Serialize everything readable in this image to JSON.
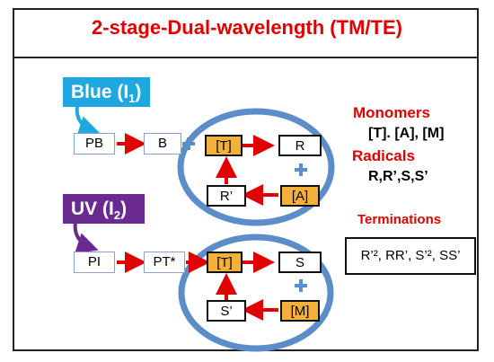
{
  "title": "2-stage-Dual-wavelength (TM/TE)",
  "sources": {
    "blue": {
      "label": "Blue (I",
      "sub": "1",
      "close": ")",
      "color": "#1fa8df"
    },
    "uv": {
      "label": "UV (I",
      "sub": "2",
      "close": ")",
      "color": "#6a2a8f"
    }
  },
  "upper_cycle": {
    "pb": "PB",
    "b": "B",
    "t": "[T]",
    "r": "R",
    "r_prime": "R’",
    "a": "[A]"
  },
  "lower_cycle": {
    "pi": "PI",
    "pt_star": "PT*",
    "t": "[T]",
    "s": "S",
    "s_prime": "S’",
    "m": "[M]"
  },
  "side": {
    "monomers_title": "Monomers",
    "monomers_list": "[T]. [A], [M]",
    "radicals_title": "Radicals",
    "radicals_list": "R,R’,S,S’",
    "terminations_title": "Terminations",
    "terminations_list": "R’², RR’, S’², SS’"
  },
  "colors": {
    "red": "#e00000",
    "gold": "#f3b13a",
    "ellipse": "#5b8dc9",
    "plus": "#5b8dc9"
  }
}
